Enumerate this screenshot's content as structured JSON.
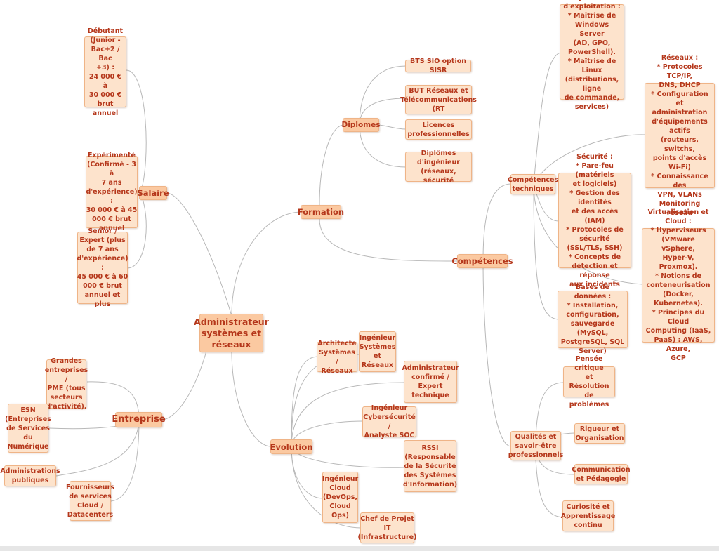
{
  "root": "Administrateur\nsystèmes et\nréseaux",
  "branches": {
    "salaire": "Salaire",
    "formation": "Formation",
    "competences": "Compétences",
    "evolution": "Evolution",
    "entreprise": "Entreprise"
  },
  "salaire": {
    "debutant": "Débutant\n(Junior -\nBac+2 / Bac\n+3) :\n24 000 € à\n30 000 €\nbrut annuel",
    "experimente": "Expérimenté\n(Confirmé - 3 à\n7 ans\nd'expérience) :\n30 000 € à 45\n000 € brut\nannuel",
    "senior": "Senior /\nExpert (plus\nde 7 ans\nd'expérience) :\n45 000 € à 60\n000 € brut\nannuel et plus"
  },
  "formation": {
    "diplomes": "Diplomes",
    "bts": "BTS SIO option SISR",
    "but": "BUT Réseaux et\nTélécommunications\n(RT",
    "licences": "Licences\nprofessionnelles",
    "ingenieur": "Diplômes\nd'ingénieur\n(réseaux, sécurité"
  },
  "competences": {
    "techniques": "Compétences\ntechniques",
    "systemes": "Systèmes\nd'exploitation :\n* Maîtrise de\nWindows Server\n(AD, GPO,\nPowerShell).\n* Maîtrise de Linux\n(distributions, ligne\nde commande,\nservices)",
    "reseaux": "Réseaux :\n* Protocoles TCP/IP,\nDNS, DHCP\n* Configuration et\nadministration\nd'équipements actifs\n(routeurs, switchs,\npoints d'accès Wi-Fi)\n* Connaissance des\nVPN, VLANs\nMonitoring réseau",
    "securite": "Sécurité :\n* Pare-feu (matériels\net logiciels)\n* Gestion des identités\net des accès (IAM)\n* Protocoles de\nsécurité (SSL/TLS, SSH)\n* Concepts de\ndétection et réponse\naux incidents",
    "virtualisation": "Virtualisation et\nCloud :\n* Hyperviseurs\n(VMware vSphere,\nHyper-V, Proxmox).\n* Notions de\nconteneurisation\n(Docker, Kubernetes).\n* Principes du Cloud\nComputing (IaaS,\nPaaS) : AWS, Azure,\nGCP",
    "bases": "Bases de données :\n* Installation,\nconfiguration,\nsauvegarde (MySQL,\nPostgreSQL, SQL\nServer)",
    "qualites": "Qualités et\nsavoir-être\nprofessionnels",
    "pensee": "Pensée critique\net Résolution\nde problèmes",
    "rigueur": "Rigueur et\nOrganisation",
    "communication": "Communication\net Pédagogie",
    "curiosite": "Curiosité et\nApprentissage\ncontinu"
  },
  "evolution": {
    "architecte": "Architecte\nSystèmes /\nRéseaux",
    "ingenieur_sr": "Ingénieur\nSystèmes\net\nRéseaux",
    "admin_confirme": "Administrateur\nconfirmé /\nExpert\ntechnique",
    "cyber": "Ingénieur\nCybersécurité /\nAnalyste SOC",
    "rssi": "RSSI\n(Responsable\nde la Sécurité\ndes Systèmes\nd'Information)",
    "cloud": "Ingénieur\nCloud\n(DevOps,\nCloud\nOps)",
    "chef": "Chef de Projet\nIT\n(Infrastructure)"
  },
  "entreprise": {
    "grandes": "Grandes\nentreprises /\nPME (tous\nsecteurs\nd'activité).",
    "esn": "ESN\n(Entreprises\nde Services\ndu\nNumérique",
    "administrations": "Administrations\npubliques",
    "fournisseurs": "Fournisseurs\nde services\nCloud /\nDatacenters"
  }
}
